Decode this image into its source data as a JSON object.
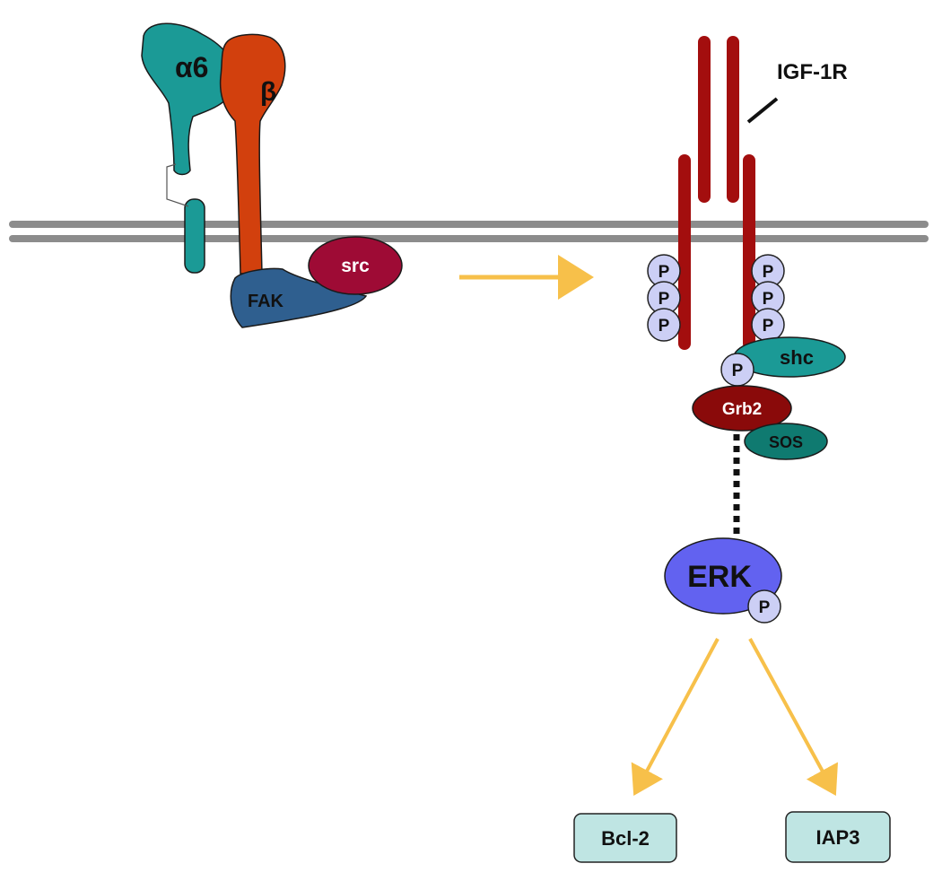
{
  "labels": {
    "alpha6": "α6",
    "beta": "β",
    "src": "src",
    "fak": "FAK",
    "igf1r": "IGF-1R",
    "shc": "shc",
    "grb2": "Grb2",
    "sos": "SOS",
    "erk": "ERK",
    "phospho": "P",
    "bcl2": "Bcl-2",
    "iap3": "IAP3"
  },
  "colors": {
    "membrane": "#8c8c8c",
    "alpha6": "#1b9a96",
    "beta": "#d2400d",
    "fak": "#2f5f8f",
    "src": "#9e0b35",
    "igf1r": "#a30e0e",
    "phospho_fill": "#cccff5",
    "shc": "#1b9a96",
    "grb2": "#8a0a0a",
    "sos": "#0f7a70",
    "erk": "#6262f0",
    "arrow": "#f7c04a",
    "target_box": "#bfe5e3"
  }
}
